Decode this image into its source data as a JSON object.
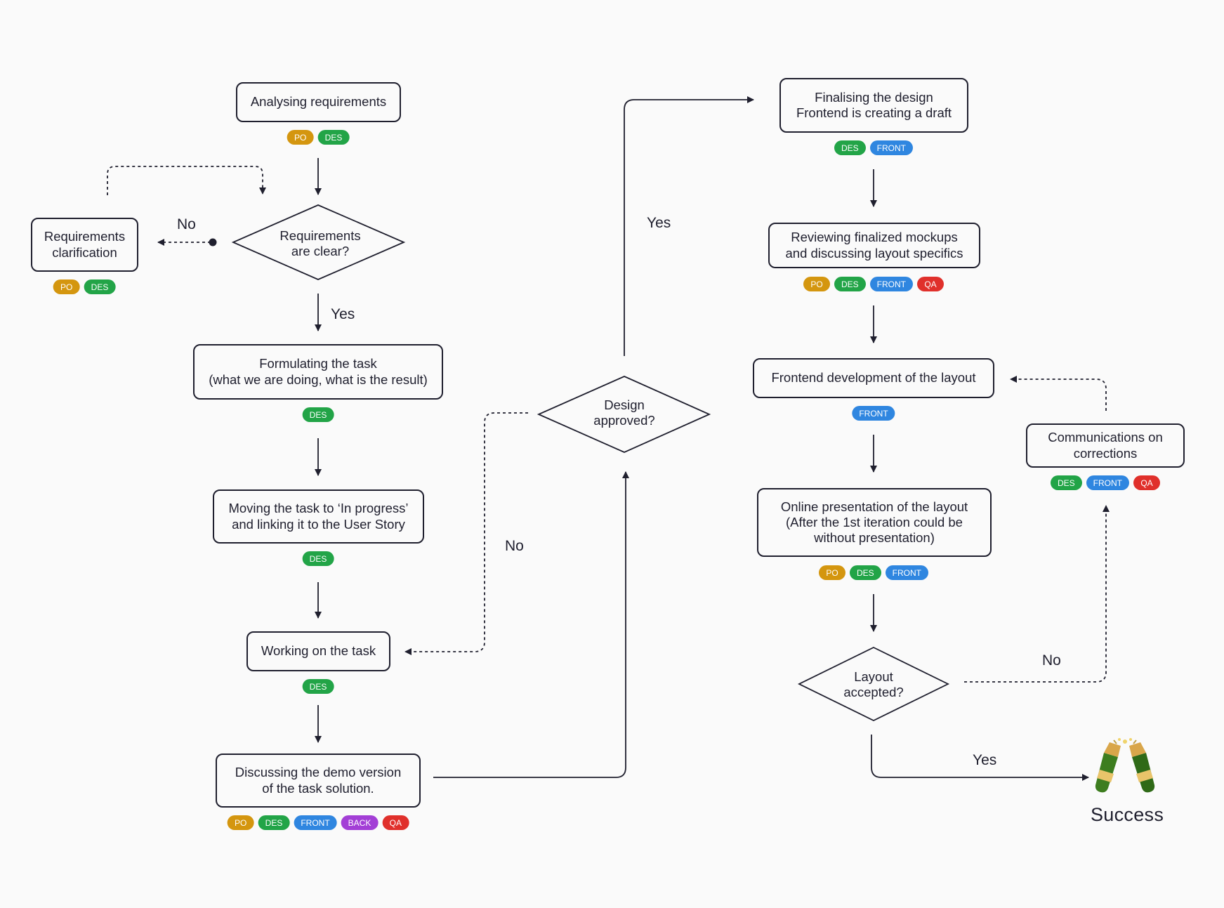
{
  "colors": {
    "PO": "#d4960f",
    "DES": "#22a447",
    "FRONT": "#2f86e0",
    "BACK": "#a33fd6",
    "QA": "#e0302b"
  },
  "nodes": {
    "analysing": {
      "lines": [
        "Analysing requirements"
      ],
      "tags": [
        "PO",
        "DES"
      ]
    },
    "clear": {
      "lines": [
        "Requirements",
        "are clear?"
      ]
    },
    "clarification": {
      "lines": [
        "Requirements",
        "clarification"
      ],
      "tags": [
        "PO",
        "DES"
      ]
    },
    "formulating": {
      "lines": [
        "Formulating the task",
        "(what we are doing, what is the result)"
      ],
      "tags": [
        "DES"
      ]
    },
    "moving": {
      "lines": [
        "Moving the task to ‘In progress’",
        "and linking it to the User Story"
      ],
      "tags": [
        "DES"
      ]
    },
    "working": {
      "lines": [
        "Working on the task"
      ],
      "tags": [
        "DES"
      ]
    },
    "discussing": {
      "lines": [
        "Discussing the demo version",
        "of the task solution."
      ],
      "tags": [
        "PO",
        "DES",
        "FRONT",
        "BACK",
        "QA"
      ]
    },
    "design": {
      "lines": [
        "Design",
        "approved?"
      ]
    },
    "finalising": {
      "lines": [
        "Finalising  the design",
        "Frontend is creating a draft"
      ],
      "tags": [
        "DES",
        "FRONT"
      ]
    },
    "reviewing": {
      "lines": [
        "Reviewing finalized mockups",
        "and discussing layout specifics"
      ],
      "tags": [
        "PO",
        "DES",
        "FRONT",
        "QA"
      ]
    },
    "frontend": {
      "lines": [
        "Frontend development of the layout"
      ],
      "tags": [
        "FRONT"
      ]
    },
    "online": {
      "lines": [
        "Online presentation of the layout",
        "(After the 1st iteration could be",
        "without presentation)"
      ],
      "tags": [
        "PO",
        "DES",
        "FRONT"
      ]
    },
    "layout": {
      "lines": [
        "Layout",
        "accepted?"
      ]
    },
    "communications": {
      "lines": [
        "Communications on",
        "corrections"
      ],
      "tags": [
        "DES",
        "FRONT",
        "QA"
      ]
    }
  },
  "edge_labels": {
    "no_clear": "No",
    "yes_clear": "Yes",
    "yes_design": "Yes",
    "no_design": "No",
    "no_layout": "No",
    "yes_layout": "Yes"
  },
  "success": {
    "label": "Success",
    "icon": "champagne-bottles-icon"
  }
}
